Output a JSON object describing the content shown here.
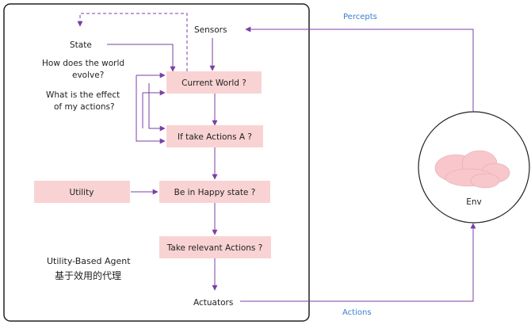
{
  "colors": {
    "frame": "#222222",
    "arrow": "#7b3fa6",
    "box_fill": "#f9d3d3",
    "cloud_fill": "#f7c7cc",
    "percepts_text": "#3a7fd0",
    "actions_text": "#3a7fd0"
  },
  "agent": {
    "title_en": "Utility-Based Agent",
    "title_cn": "基于效用的代理"
  },
  "labels": {
    "state": "State",
    "sensors": "Sensors",
    "actuators": "Actuators",
    "world_evolve_line1": "How does the world",
    "world_evolve_line2": "evolve?",
    "effect_line1": "What is the effect",
    "effect_line2": "of my actions?"
  },
  "boxes": {
    "current_world": "Current World ?",
    "if_take_actions": "If take Actions A ?",
    "happy_state": "Be in Happy state ?",
    "take_relevant": "Take relevant Actions ?",
    "utility": "Utility"
  },
  "environment": {
    "label": "Env",
    "percepts": "Percepts",
    "actions": "Actions"
  }
}
